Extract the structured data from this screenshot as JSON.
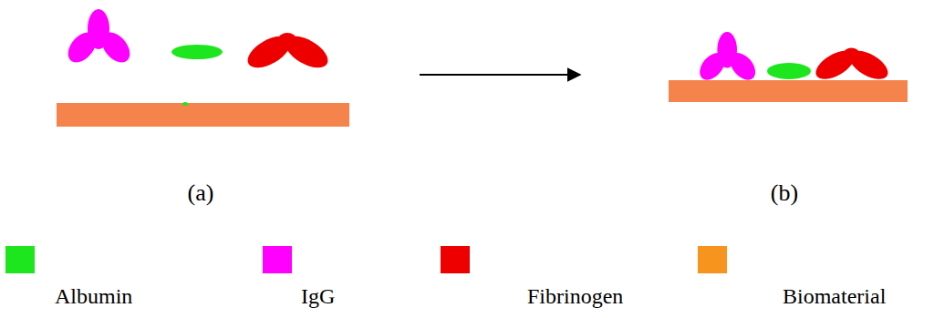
{
  "diagram": {
    "labels": [
      "(a)",
      "(b)"
    ],
    "legend": [
      {
        "text": "Albumin",
        "color": "#1ee61e"
      },
      {
        "text": "IgG",
        "color": "#ff00ff"
      },
      {
        "text": "Fibrinogen",
        "color": "#ee0000"
      },
      {
        "text": "Biomaterial",
        "color": "#f7941d"
      }
    ]
  }
}
